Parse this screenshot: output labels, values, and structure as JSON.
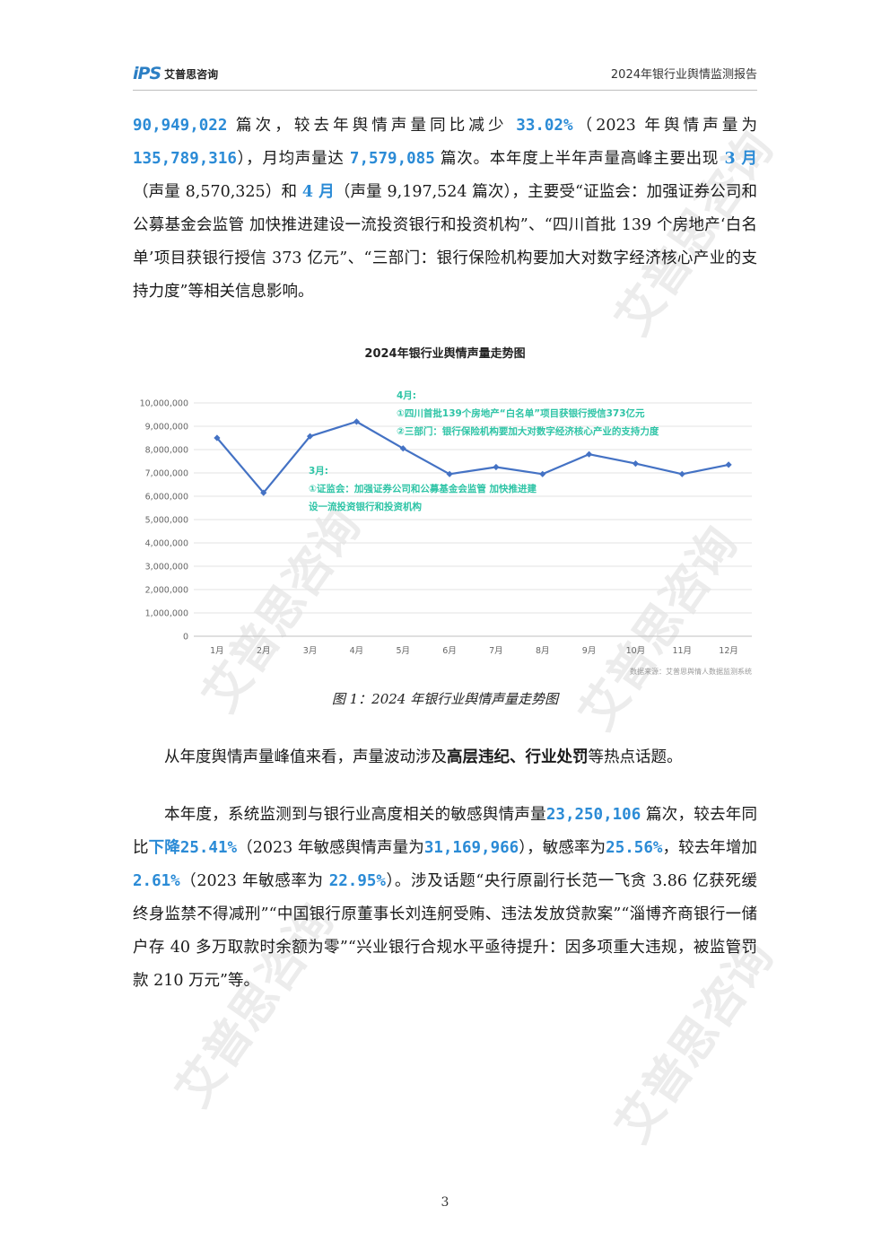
{
  "header": {
    "logo_mark": "iPS",
    "logo_text": "艾普思咨询",
    "report_title": "2024年银行业舆情监测报告"
  },
  "paragraph1": {
    "t01": "90,949,022",
    "t02": " 篇次，较去年舆情声量同比减少 ",
    "t03": "33.02%",
    "t04": "（2023 年舆情声量为 ",
    "t05": "135,789,316",
    "t06": "），月均声量达 ",
    "t07": "7,579,085",
    "t08": " 篇次。本年度上半年声量高峰主要出现 ",
    "t09": "3 月",
    "t10": "（声量 8,570,325）和 ",
    "t11": "4 月",
    "t12": "（声量 9,197,524 篇次），主要受“证监会：加强证券公司和公募基金会监管 加快推进建设一流投资银行和投资机构”、“四川首批 139 个房地产‘白名单’项目获银行授信 373 亿元”、“三部门：银行保险机构要加大对数字经济核心产业的支持力度”等相关信息影响。"
  },
  "chart_data": {
    "type": "line",
    "title": "2024年银行业舆情声量走势图",
    "categories": [
      "1月",
      "2月",
      "3月",
      "4月",
      "5月",
      "6月",
      "7月",
      "8月",
      "9月",
      "10月",
      "11月",
      "12月"
    ],
    "values": [
      8500000,
      6150000,
      8570325,
      9197524,
      8050000,
      6950000,
      7250000,
      6950000,
      7800000,
      7400000,
      6950000,
      7350000
    ],
    "ylim": [
      0,
      10000000
    ],
    "yticks": [
      0,
      1000000,
      2000000,
      3000000,
      4000000,
      5000000,
      6000000,
      7000000,
      8000000,
      9000000,
      10000000
    ],
    "ytick_labels": [
      "0",
      "1,000,000",
      "2,000,000",
      "3,000,000",
      "4,000,000",
      "5,000,000",
      "6,000,000",
      "7,000,000",
      "8,000,000",
      "9,000,000",
      "10,000,000"
    ],
    "grid": true,
    "line_color": "#4472c4",
    "annotation_color": "#2ec4a6",
    "annotations": [
      {
        "month": "4月",
        "lines": [
          "4月:",
          "①四川首批139个房地产“白名单”项目获银行授信373亿元",
          "②三部门：银行保险机构要加大对数字经济核心产业的支持力度"
        ]
      },
      {
        "month": "3月",
        "lines": [
          "3月:",
          "①证监会：加强证券公司和公募基金会监管 加快推进建",
          "设一流投资银行和投资机构"
        ]
      }
    ],
    "source": "数据来源：艾普思舆情人数据监测系统"
  },
  "caption": "图 1：2024 年银行业舆情声量走势图",
  "paragraph2": {
    "t1": "从年度舆情声量峰值来看，声量波动涉及",
    "t2": "高层违纪、行业处罚",
    "t3": "等热点话题。"
  },
  "paragraph3": {
    "t01": "本年度，系统监测到与银行业高度相关的敏感舆情声量",
    "t02": "23,250,106",
    "t03": " 篇次，较去年同比",
    "t04": "下降",
    "t05": "25.41%",
    "t06": "（2023 年敏感舆情声量为",
    "t07": "31,169,966",
    "t08": "），敏感率为",
    "t09": "25.56%",
    "t10": "，较去年增加 ",
    "t11": "2.61%",
    "t12": "（2023 年敏感率为 ",
    "t13": "22.95%",
    "t14": "）。涉及话题“央行原副行长范一飞贪 3.86 亿获死缓 终身监禁不得减刑”“中国银行原董事长刘连舸受贿、违法发放贷款案”“淄博齐商银行一储户存 40 多万取款时余额为零”“兴业银行合规水平亟待提升：因多项重大违规，被监管罚款 210 万元”等。"
  },
  "page_number": "3",
  "watermark": "艾普思咨询"
}
